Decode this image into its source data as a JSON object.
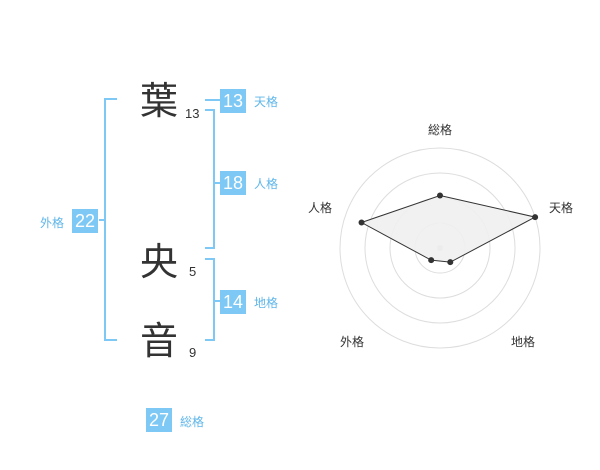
{
  "name": {
    "chars": [
      {
        "char": "葉",
        "strokes": "13"
      },
      {
        "char": "央",
        "strokes": "5"
      },
      {
        "char": "音",
        "strokes": "9"
      }
    ]
  },
  "fortune": {
    "tenkaku": {
      "value": "13",
      "label": "天格"
    },
    "jinkaku": {
      "value": "18",
      "label": "人格"
    },
    "chikaku": {
      "value": "14",
      "label": "地格"
    },
    "gaikaku": {
      "value": "22",
      "label": "外格"
    },
    "soukaku": {
      "value": "27",
      "label": "総格"
    }
  },
  "chart_data": {
    "type": "radar",
    "axes": [
      "総格",
      "天格",
      "地格",
      "外格",
      "人格"
    ],
    "values": [
      2.1,
      4.0,
      0.7,
      0.6,
      3.3
    ],
    "max": 4,
    "rings": 4,
    "colors": {
      "fill": "#efefef",
      "stroke": "#333333",
      "ring": "#dddddd"
    }
  },
  "colors": {
    "accent": "#7dc8f5",
    "accent_text": "#5fb6ea"
  }
}
